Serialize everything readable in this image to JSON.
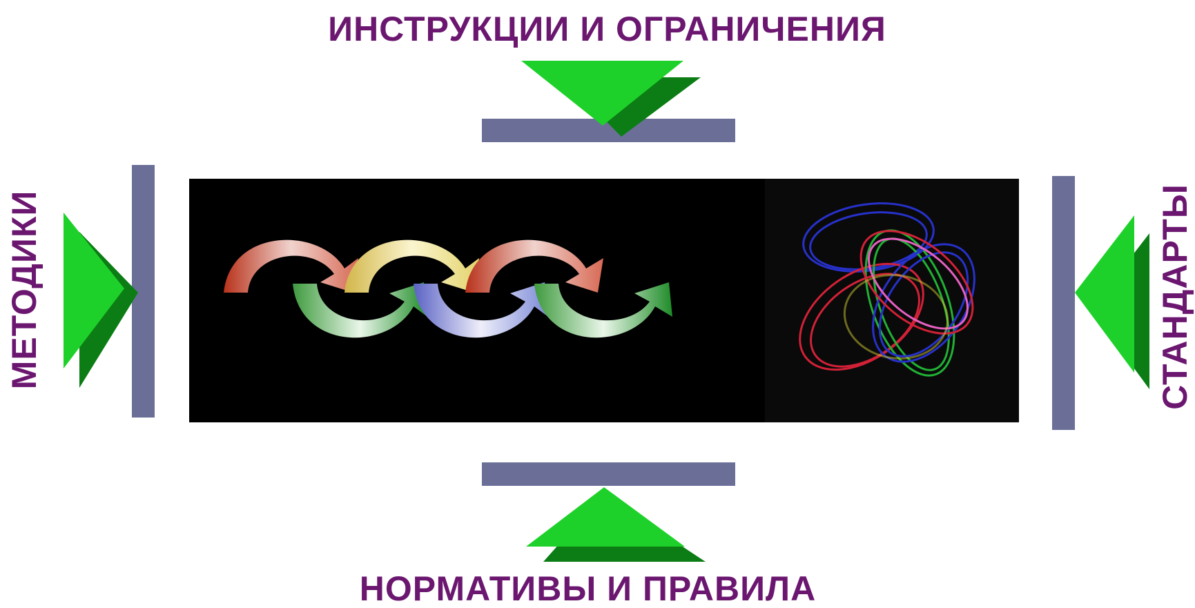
{
  "labels": {
    "top": "ИНСТРУКЦИИ И ОГРАНИЧЕНИЯ",
    "bottom": "НОРМАТИВЫ И ПРАВИЛА",
    "left": "МЕТОДИКИ",
    "right": "СТАНДАРТЫ"
  },
  "colors": {
    "label": "#6b1770",
    "bar": "#6b6f98",
    "arrow_light": "#1ed12a",
    "arrow_dark": "#0b7d14",
    "panel": "#000000"
  },
  "icons": {
    "process_arrows": "curved-chain-arrows-icon",
    "spirograph": "spirograph-rings-icon"
  }
}
